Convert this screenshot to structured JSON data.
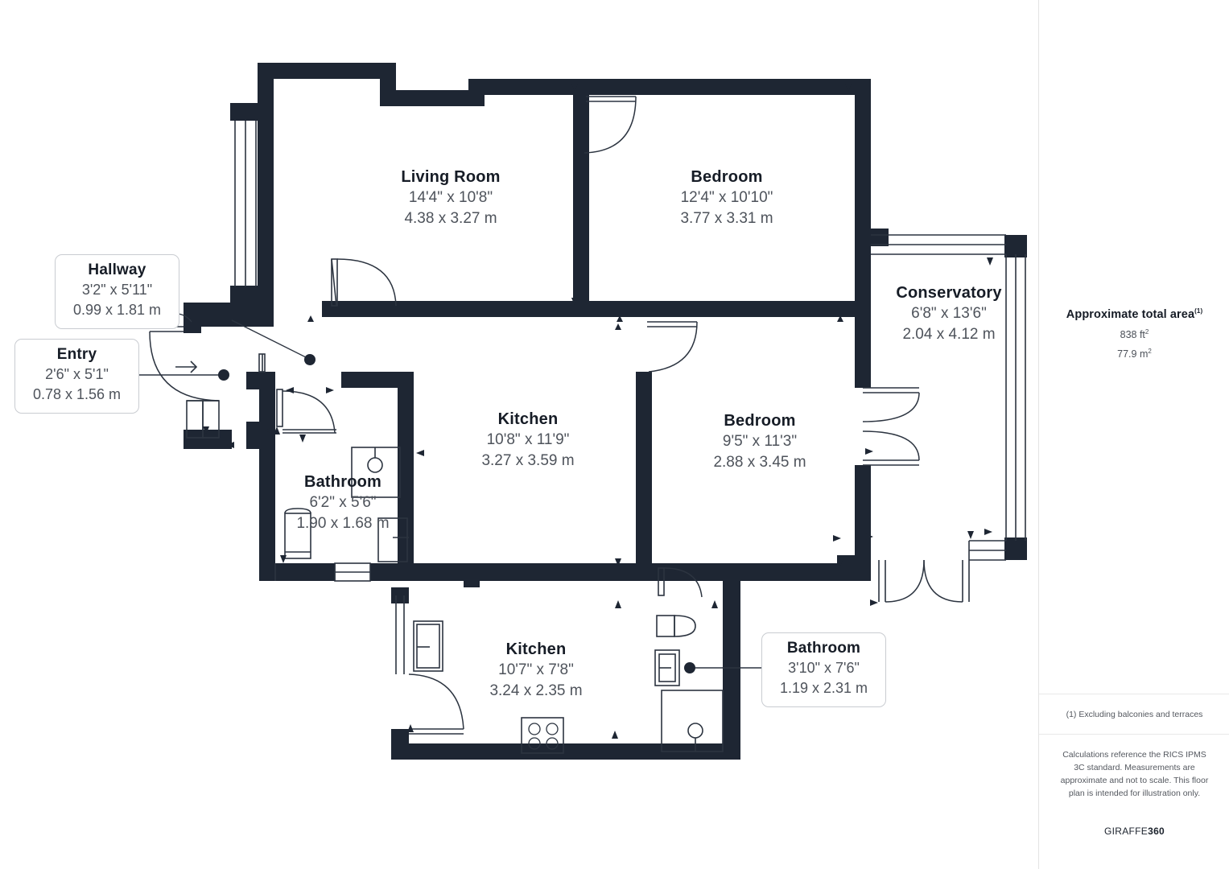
{
  "document": {
    "type": "floor-plan",
    "brand_light": "GIRAFFE",
    "brand_bold": "360"
  },
  "info_panel": {
    "area_title": "Approximate total area",
    "area_title_superscript": "(1)",
    "area_sqft": "838 ft",
    "area_sqft_sup": "2",
    "area_sqm": "77.9 m",
    "area_sqm_sup": "2",
    "footnote": "(1) Excluding balconies and terraces",
    "disclaimer": "Calculations reference the RICS IPMS 3C standard. Measurements are approximate and not to scale. This floor plan is intended for illustration only."
  },
  "rooms": [
    {
      "id": "living-room",
      "name": "Living Room",
      "imperial": "14'4\" x 10'8\"",
      "metric": "4.38 x 3.27 m"
    },
    {
      "id": "bedroom-1",
      "name": "Bedroom",
      "imperial": "12'4\" x 10'10\"",
      "metric": "3.77 x 3.31 m"
    },
    {
      "id": "conservatory",
      "name": "Conservatory",
      "imperial": "6'8\" x 13'6\"",
      "metric": "2.04 x 4.12 m"
    },
    {
      "id": "kitchen-1",
      "name": "Kitchen",
      "imperial": "10'8\" x 11'9\"",
      "metric": "3.27 x 3.59 m"
    },
    {
      "id": "bedroom-2",
      "name": "Bedroom",
      "imperial": "9'5\" x 11'3\"",
      "metric": "2.88 x 3.45 m"
    },
    {
      "id": "bathroom-1",
      "name": "Bathroom",
      "imperial": "6'2\" x 5'6\"",
      "metric": "1.90 x 1.68 m"
    },
    {
      "id": "kitchen-2",
      "name": "Kitchen",
      "imperial": "10'7\" x 7'8\"",
      "metric": "3.24 x 2.35 m"
    }
  ],
  "callouts": [
    {
      "id": "hallway",
      "name": "Hallway",
      "imperial": "3'2\" x 5'11\"",
      "metric": "0.99 x 1.81 m"
    },
    {
      "id": "entry",
      "name": "Entry",
      "imperial": "2'6\" x 5'1\"",
      "metric": "0.78 x 1.56 m"
    },
    {
      "id": "bathroom-2",
      "name": "Bathroom",
      "imperial": "3'10\" x 7'6\"",
      "metric": "1.19 x 2.31 m"
    }
  ],
  "colors": {
    "wall": "#1e2633",
    "text_dark": "#161c26",
    "text_grey": "#4e535b",
    "thin_line": "#3a4250",
    "panel_border": "#e3e3e3"
  }
}
